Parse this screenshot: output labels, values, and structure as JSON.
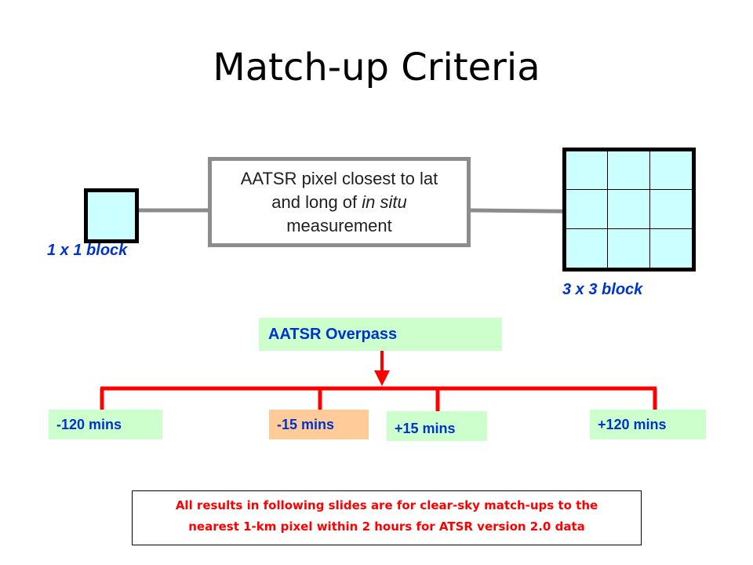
{
  "slide": {
    "title": "Match-up Criteria"
  },
  "pixel_box": {
    "line1": "AATSR pixel closest to lat",
    "line2_prefix": "and long of ",
    "line2_italic": "in situ",
    "line3": "measurement"
  },
  "blocks": {
    "single_label": "1 x 1 block",
    "grid_label": "3 x 3 block"
  },
  "overpass": {
    "label": "AATSR Overpass"
  },
  "time_windows": {
    "minus_120": "-120 mins",
    "minus_15": "-15 mins",
    "plus_15": "+15 mins",
    "plus_120": "+120 mins"
  },
  "note": {
    "line1": "All results in following slides are for clear-sky match-ups to the",
    "line2": "nearest 1-km pixel within 2 hours for ATSR version 2.0 data"
  },
  "colors": {
    "accent_blue": "#0033cc",
    "timeline_red": "#ff0000",
    "arrow_gray": "#8c8c8c",
    "cell_fill": "#ccffff",
    "green_fill": "#ccffcc",
    "orange_fill": "#ffcc99"
  }
}
